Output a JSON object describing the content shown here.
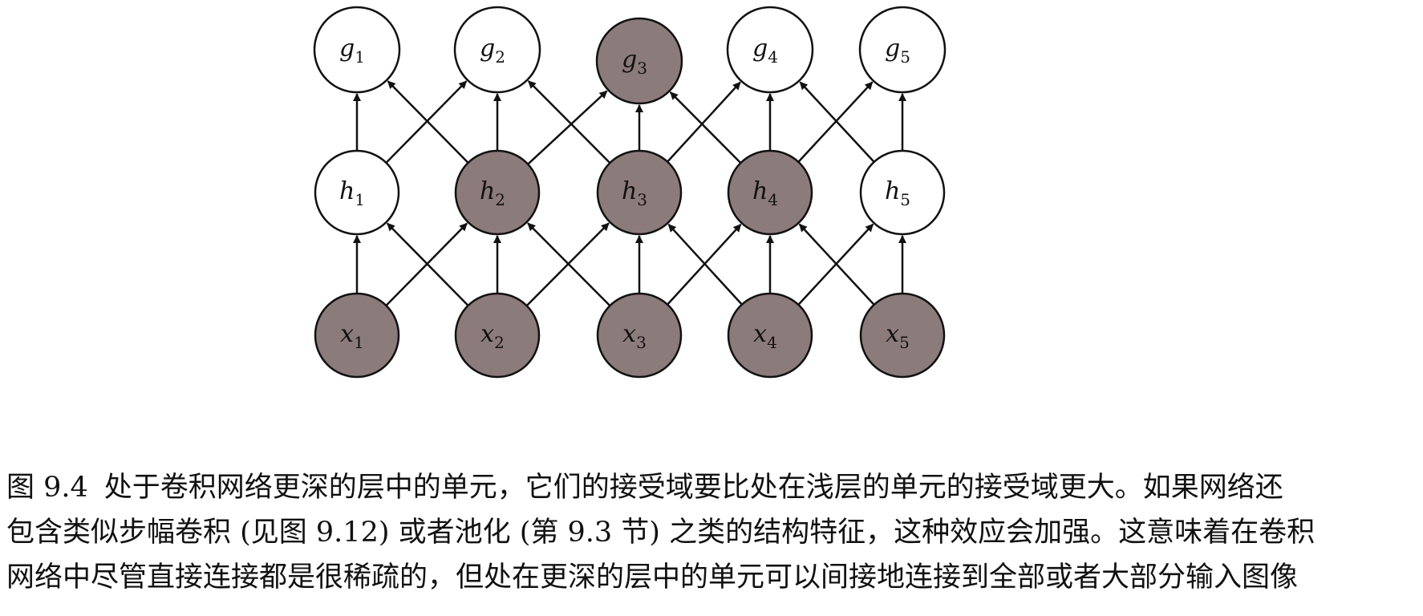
{
  "diagram": {
    "layers": [
      {
        "name": "g",
        "nodes": [
          {
            "base": "g",
            "sub": "1",
            "shaded": false
          },
          {
            "base": "g",
            "sub": "2",
            "shaded": false
          },
          {
            "base": "g",
            "sub": "3",
            "shaded": true
          },
          {
            "base": "g",
            "sub": "4",
            "shaded": false
          },
          {
            "base": "g",
            "sub": "5",
            "shaded": false
          }
        ]
      },
      {
        "name": "h",
        "nodes": [
          {
            "base": "h",
            "sub": "1",
            "shaded": false
          },
          {
            "base": "h",
            "sub": "2",
            "shaded": true
          },
          {
            "base": "h",
            "sub": "3",
            "shaded": true
          },
          {
            "base": "h",
            "sub": "4",
            "shaded": true
          },
          {
            "base": "h",
            "sub": "5",
            "shaded": false
          }
        ]
      },
      {
        "name": "x",
        "nodes": [
          {
            "base": "x",
            "sub": "1",
            "shaded": true
          },
          {
            "base": "x",
            "sub": "2",
            "shaded": true
          },
          {
            "base": "x",
            "sub": "3",
            "shaded": true
          },
          {
            "base": "x",
            "sub": "4",
            "shaded": true
          },
          {
            "base": "x",
            "sub": "5",
            "shaded": true
          }
        ]
      }
    ],
    "colors": {
      "shaded_fill": "#8c7b7b",
      "unshaded_fill": "#ffffff",
      "stroke": "#111111",
      "arrow": "#111111"
    }
  },
  "caption": {
    "figure_number": "图 9.4",
    "line1": "处于卷积网络更深的层中的单元，它们的接受域要比处在浅层的单元的接受域更大。如果网络还",
    "line2": "包含类似步幅卷积 (见图 9.12) 或者池化 (第 9.3 节) 之类的结构特征，这种效应会加强。这意味着在卷积",
    "line3": "网络中尽管直接连接都是很稀疏的，但处在更深的层中的单元可以间接地连接到全部或者大部分输入图像"
  }
}
